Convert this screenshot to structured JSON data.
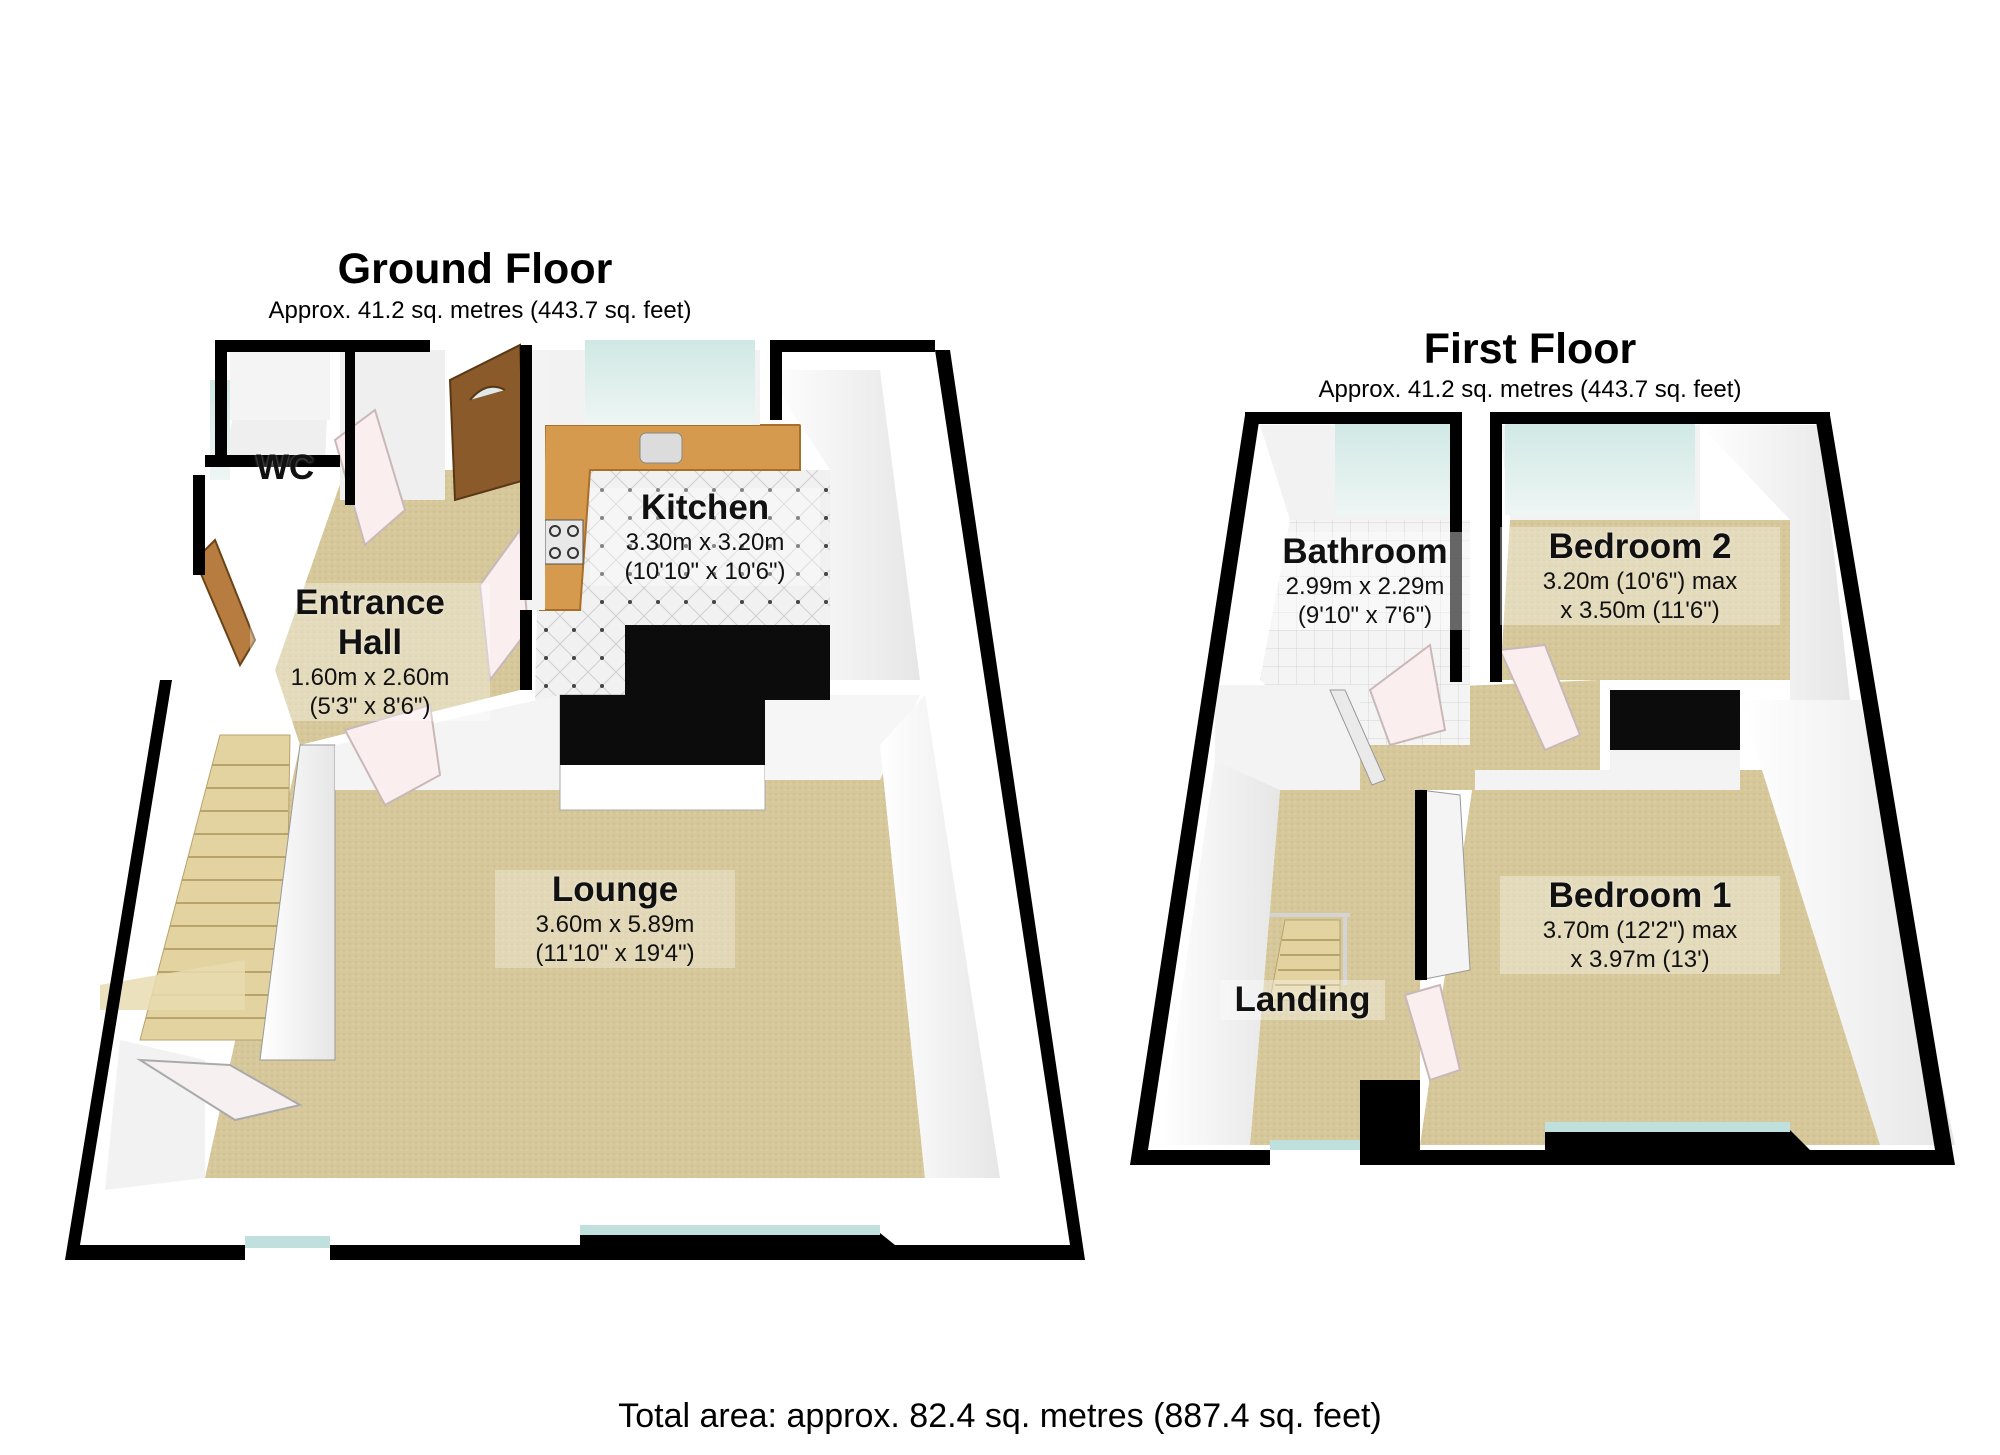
{
  "ground_floor": {
    "title": "Ground Floor",
    "area": "Approx. 41.2 sq. metres (443.7 sq. feet)",
    "rooms": {
      "wc": {
        "name": "WC"
      },
      "entrance_hall": {
        "name_line1": "Entrance",
        "name_line2": "Hall",
        "dim1": "1.60m x 2.60m",
        "dim2": "(5'3\" x 8'6\")"
      },
      "kitchen": {
        "name": "Kitchen",
        "dim1": "3.30m x 3.20m",
        "dim2": "(10'10\" x 10'6\")"
      },
      "lounge": {
        "name": "Lounge",
        "dim1": "3.60m x 5.89m",
        "dim2": "(11'10\" x 19'4\")"
      }
    }
  },
  "first_floor": {
    "title": "First Floor",
    "area": "Approx. 41.2 sq. metres (443.7 sq. feet)",
    "rooms": {
      "bathroom": {
        "name": "Bathroom",
        "dim1": "2.99m x 2.29m",
        "dim2": "(9'10\" x 7'6\")"
      },
      "bedroom2": {
        "name": "Bedroom 2",
        "dim1": "3.20m (10'6\") max",
        "dim2": "x 3.50m (11'6\")"
      },
      "landing": {
        "name": "Landing"
      },
      "bedroom1": {
        "name": "Bedroom 1",
        "dim1": "3.70m (12'2\") max",
        "dim2": "x 3.97m (13')"
      }
    }
  },
  "total_area": "Total area: approx. 82.4 sq. metres (887.4 sq. feet)"
}
